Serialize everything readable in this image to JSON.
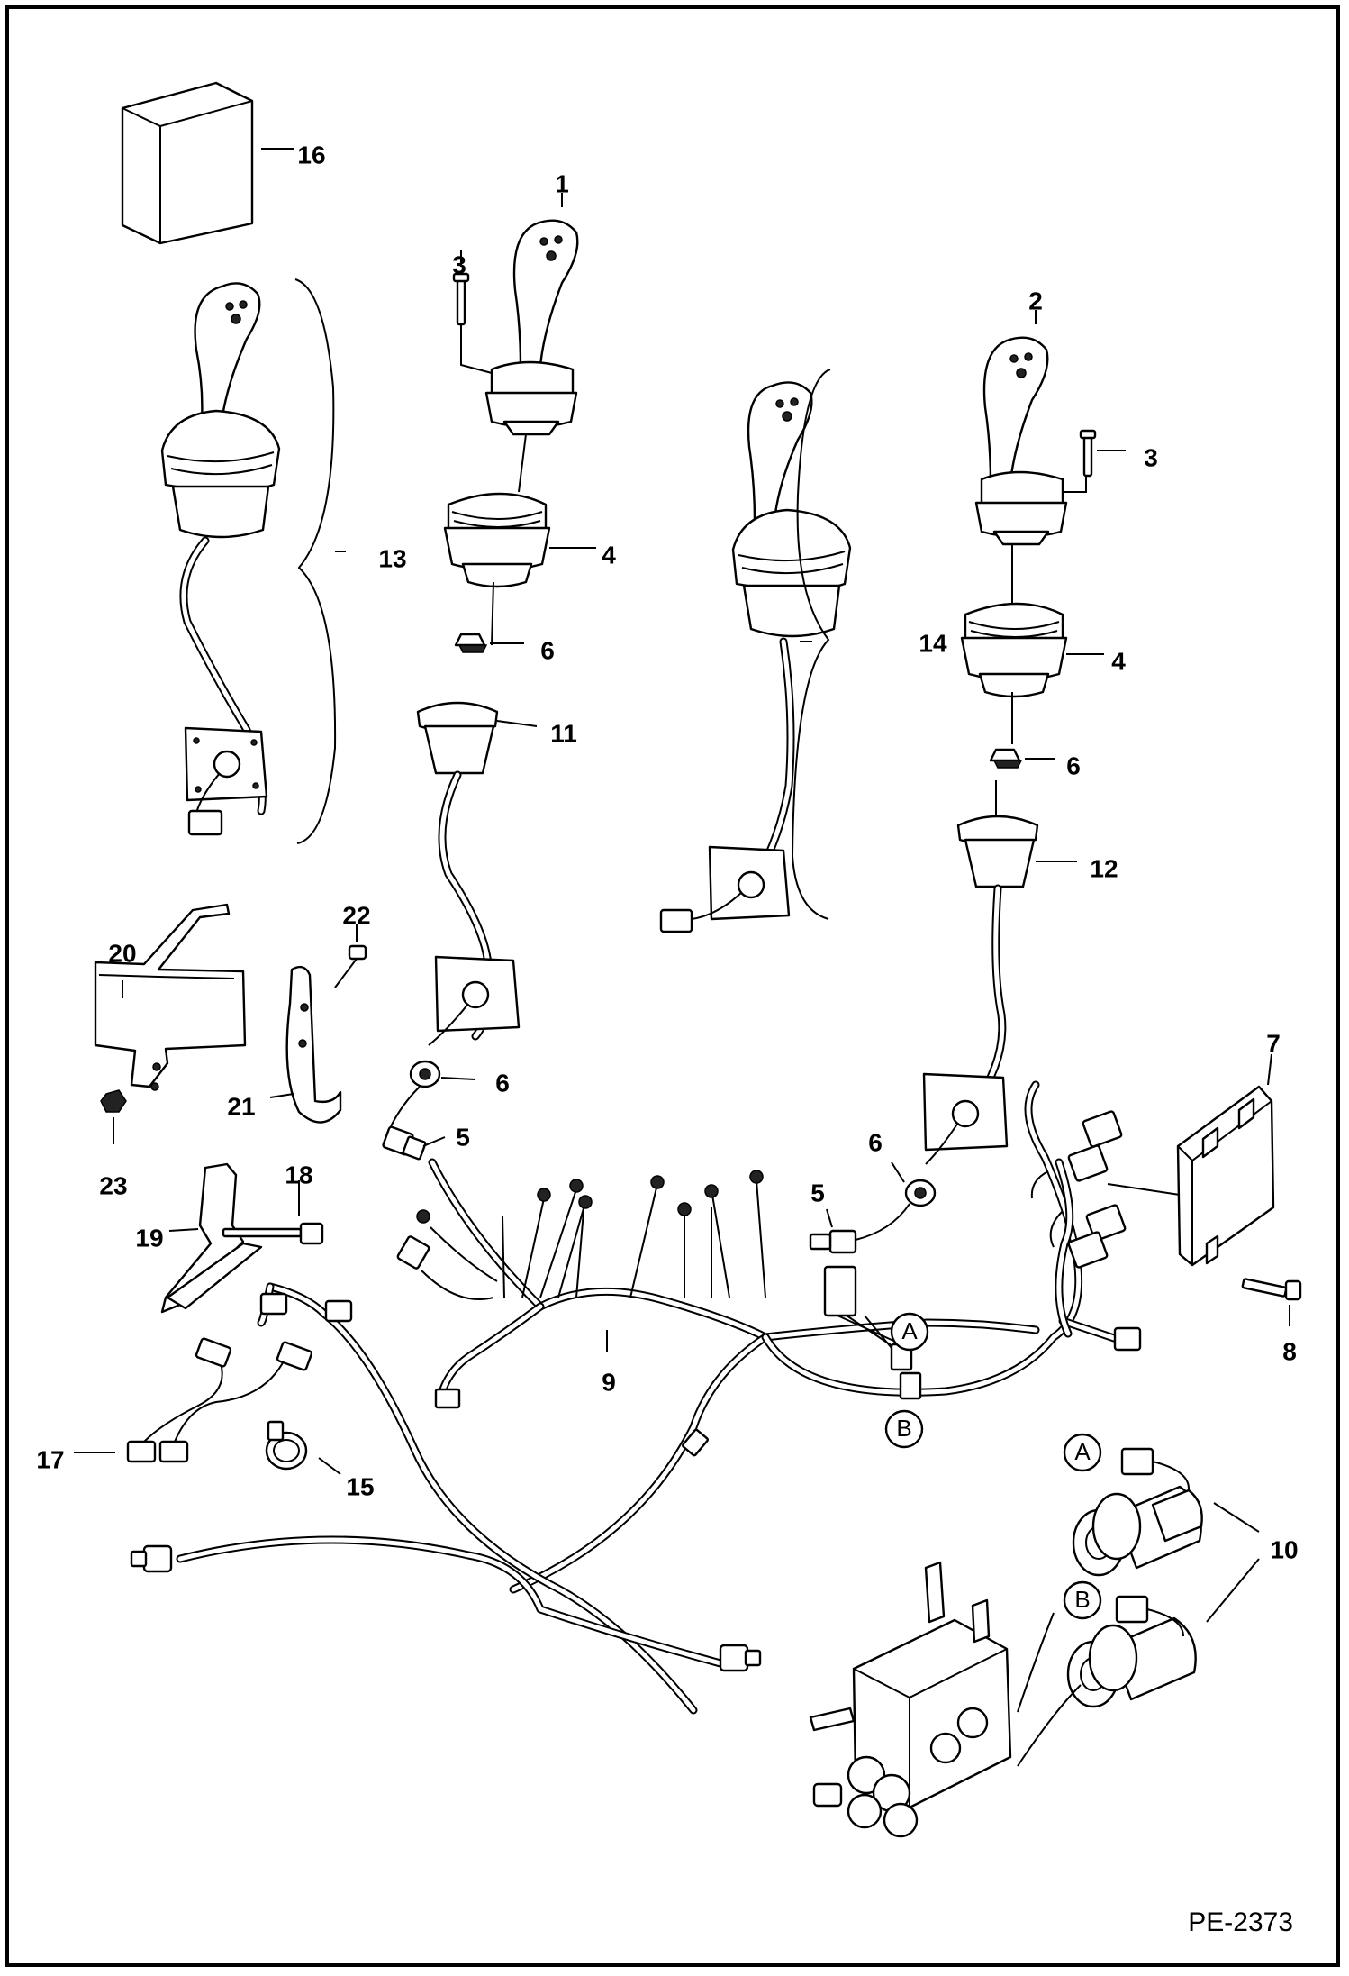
{
  "diagram": {
    "reference_code": "PE-2373",
    "callouts": [
      {
        "id": "c1",
        "text": "1"
      },
      {
        "id": "c2",
        "text": "2"
      },
      {
        "id": "c3a",
        "text": "3"
      },
      {
        "id": "c3b",
        "text": "3"
      },
      {
        "id": "c4a",
        "text": "4"
      },
      {
        "id": "c4b",
        "text": "4"
      },
      {
        "id": "c5a",
        "text": "5"
      },
      {
        "id": "c5b",
        "text": "5"
      },
      {
        "id": "c6a",
        "text": "6"
      },
      {
        "id": "c6b",
        "text": "6"
      },
      {
        "id": "c6c",
        "text": "6"
      },
      {
        "id": "c6d",
        "text": "6"
      },
      {
        "id": "c7",
        "text": "7"
      },
      {
        "id": "c8",
        "text": "8"
      },
      {
        "id": "c9",
        "text": "9"
      },
      {
        "id": "c10",
        "text": "10"
      },
      {
        "id": "c11",
        "text": "11"
      },
      {
        "id": "c12",
        "text": "12"
      },
      {
        "id": "c13",
        "text": "13"
      },
      {
        "id": "c14",
        "text": "14"
      },
      {
        "id": "c15",
        "text": "15"
      },
      {
        "id": "c16",
        "text": "16"
      },
      {
        "id": "c17",
        "text": "17"
      },
      {
        "id": "c18",
        "text": "18"
      },
      {
        "id": "c19",
        "text": "19"
      },
      {
        "id": "c20",
        "text": "20"
      },
      {
        "id": "c21",
        "text": "21"
      },
      {
        "id": "c22",
        "text": "22"
      },
      {
        "id": "c23",
        "text": "23"
      }
    ],
    "connector_markers": [
      {
        "id": "mA1",
        "text": "A"
      },
      {
        "id": "mB1",
        "text": "B"
      },
      {
        "id": "mA2",
        "text": "A"
      },
      {
        "id": "mB2",
        "text": "B"
      }
    ]
  }
}
